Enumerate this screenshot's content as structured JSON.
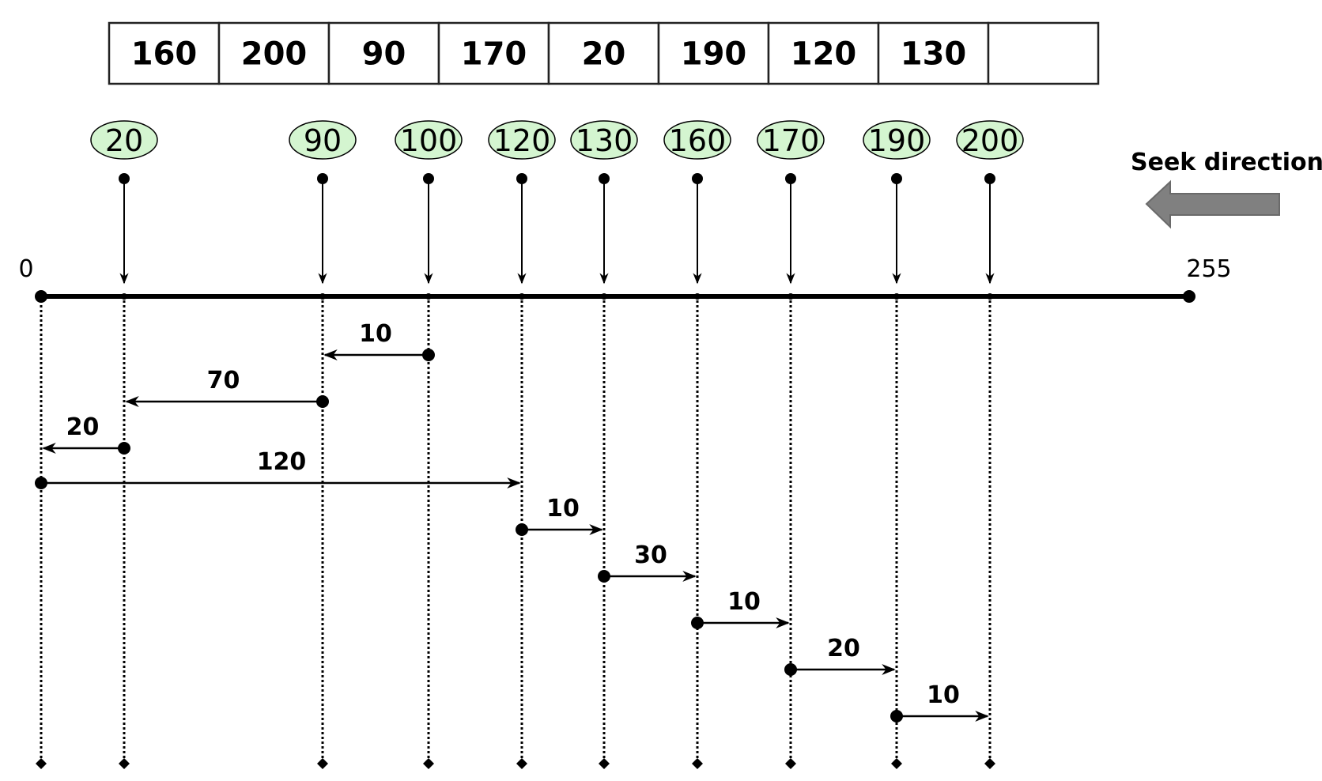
{
  "queue": [
    "160",
    "200",
    "90",
    "170",
    "20",
    "190",
    "120",
    "130",
    ""
  ],
  "requests": [
    "20",
    "90",
    "100",
    "120",
    "130",
    "160",
    "170",
    "190",
    "200"
  ],
  "track_range": {
    "min": 0,
    "max": 255,
    "min_label": "0",
    "max_label": "255"
  },
  "seek_direction": {
    "label": "Seek direction",
    "direction": "left"
  },
  "movements": [
    {
      "from": 100,
      "to": 90,
      "label": "10"
    },
    {
      "from": 90,
      "to": 20,
      "label": "70"
    },
    {
      "from": 20,
      "to": 0,
      "label": "20"
    },
    {
      "from": 0,
      "to": 120,
      "label": "120"
    },
    {
      "from": 120,
      "to": 130,
      "label": "10"
    },
    {
      "from": 130,
      "to": 160,
      "label": "30"
    },
    {
      "from": 160,
      "to": 170,
      "label": "10"
    },
    {
      "from": 170,
      "to": 190,
      "label": "20"
    },
    {
      "from": 190,
      "to": 200,
      "label": "10"
    }
  ],
  "colors": {
    "request_fill": "#d4f5d0",
    "arrow_gray": "#808080",
    "line": "#000000"
  }
}
